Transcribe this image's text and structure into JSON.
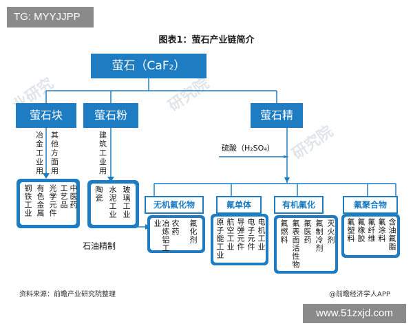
{
  "tag": "TG: MYYJJPP",
  "title": "图表1：萤石产业链简介",
  "root": "萤石（CaF₂）",
  "products": [
    "萤石块",
    "萤石粉",
    "萤石精"
  ],
  "reagent": "硫酸（H₂SO₄）",
  "side_note": "石油精制",
  "kuai_uses": [
    [
      "冶",
      "金",
      "工",
      "业",
      "用"
    ],
    [
      "其",
      "他",
      "方",
      "面",
      "用"
    ]
  ],
  "fen_uses": [
    [
      "建",
      "筑",
      "工",
      "业",
      "用"
    ]
  ],
  "kuai_targets": [
    "钢铁工业",
    "有色金属",
    "光学元件",
    "工艺品",
    "中医药"
  ],
  "fen_targets": [
    "陶瓷",
    "水泥工业",
    "玻璃工业"
  ],
  "categories": [
    {
      "name": "无机氟化物",
      "items": [
        "冶炼铝工业",
        "农药",
        "氟化剂"
      ]
    },
    {
      "name": "氟单体",
      "items": [
        "原子能工业",
        "航空工业",
        "导弹元件",
        "电子元件",
        "电机工业"
      ]
    },
    {
      "name": "有机氟化",
      "items": [
        "氟燃料",
        "氟表面活性物",
        "氟医药",
        "氟制冷剂",
        "灭火剂"
      ]
    },
    {
      "name": "氟聚合物",
      "items": [
        "氟塑料",
        "氟橡胶",
        "氟纤维",
        "氟涂料",
        "含油氟脂"
      ]
    }
  ],
  "source": "资料来源：前瞻产业研究院整理",
  "credit": "@前瞻经济学人APP",
  "watermark": "www.51zxjd.com",
  "colors": {
    "primary": "#1e7cc2",
    "line": "#1e7cc2"
  }
}
